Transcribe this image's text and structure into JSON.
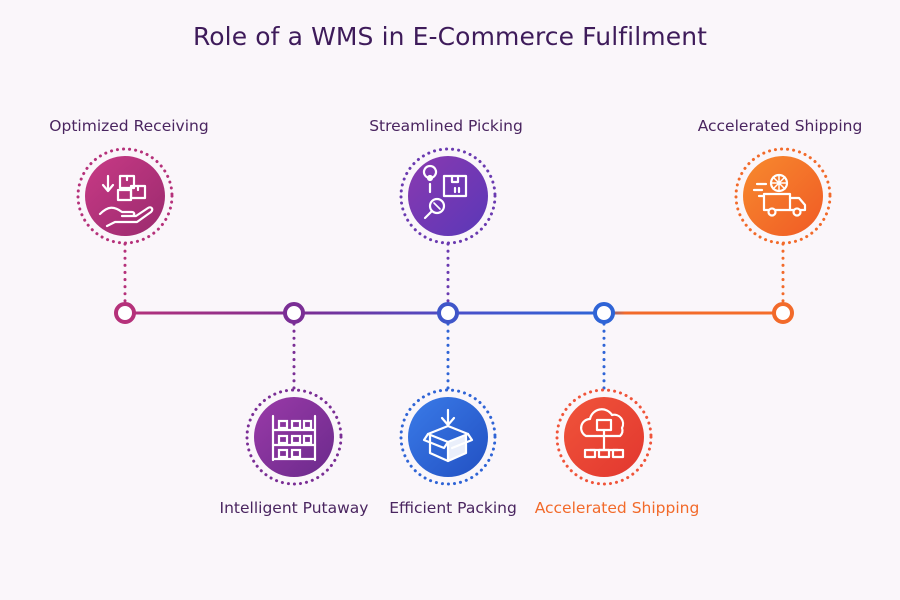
{
  "title": "Role of a WMS in E-Commerce Fulfilment",
  "colors": {
    "background": "#faf6fa",
    "title": "#3e1b5a",
    "label": "#4a2560",
    "accent_orange": "#f26a2a",
    "magenta": "#b5317a",
    "purple": "#7a2e95",
    "blue": "#2f64d6",
    "orange": "#f56d2a"
  },
  "steps": [
    {
      "label": "Optimized Receiving",
      "icon": "receiving-hand-boxes-icon",
      "position": "above"
    },
    {
      "label": "Intelligent Putaway",
      "icon": "storage-shelves-icon",
      "position": "below"
    },
    {
      "label": "Streamlined Picking",
      "icon": "picking-search-box-icon",
      "position": "above"
    },
    {
      "label": "Efficient Packing",
      "icon": "packing-box-icon",
      "position": "below"
    },
    {
      "label": "Accelerated Shipping",
      "icon": "cloud-network-icon",
      "position": "below"
    },
    {
      "label": "Accelerated Shipping",
      "icon": "delivery-truck-icon",
      "position": "above"
    }
  ]
}
